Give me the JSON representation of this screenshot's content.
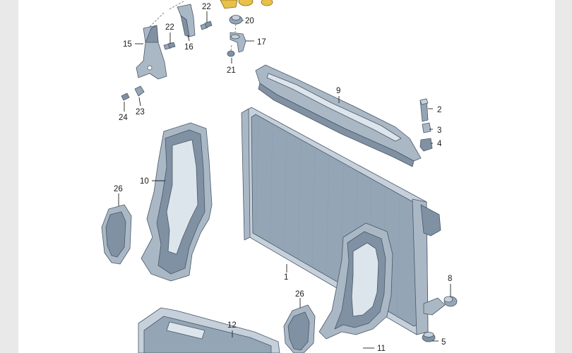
{
  "diagram": {
    "callouts": [
      {
        "id": "c1",
        "label": "1"
      },
      {
        "id": "c2",
        "label": "2"
      },
      {
        "id": "c3",
        "label": "3"
      },
      {
        "id": "c4",
        "label": "4"
      },
      {
        "id": "c5",
        "label": "5"
      },
      {
        "id": "c8",
        "label": "8"
      },
      {
        "id": "c9",
        "label": "9"
      },
      {
        "id": "c10",
        "label": "10"
      },
      {
        "id": "c11",
        "label": "11"
      },
      {
        "id": "c12",
        "label": "12"
      },
      {
        "id": "c15",
        "label": "15"
      },
      {
        "id": "c16",
        "label": "16"
      },
      {
        "id": "c17",
        "label": "17"
      },
      {
        "id": "c20",
        "label": "20"
      },
      {
        "id": "c21",
        "label": "21"
      },
      {
        "id": "c22a",
        "label": "22"
      },
      {
        "id": "c22b",
        "label": "22"
      },
      {
        "id": "c23",
        "label": "23"
      },
      {
        "id": "c24",
        "label": "24"
      },
      {
        "id": "c26a",
        "label": "26"
      },
      {
        "id": "c26b",
        "label": "26"
      }
    ],
    "colors": {
      "part_dark": "#7f91a3",
      "part_mid": "#94a5b6",
      "part_light": "#c5d0db",
      "highlight": "#e8c04a",
      "background": "#ffffff",
      "margin": "#e9e9e9"
    }
  }
}
